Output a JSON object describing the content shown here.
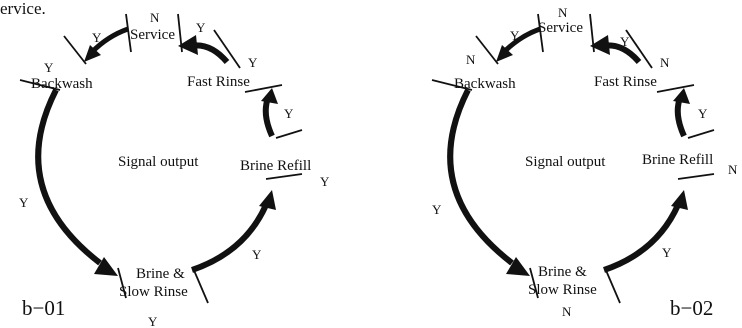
{
  "caption_fragment": "ervice.",
  "diagrams": [
    {
      "id": "b-01",
      "tag": "b−01",
      "center_label": "Signal output",
      "stages": {
        "service": "Service",
        "fast_rinse": "Fast Rinse",
        "brine_refill": "Brine Refill",
        "brine_slow_rinse_1": "Brine &",
        "brine_slow_rinse_2": "Slow Rinse",
        "backwash": "Backwash"
      },
      "flags": {
        "service": "N",
        "fast_rinse": "Y",
        "brine_refill": "Y",
        "brine_slow_rinse": "Y",
        "backwash": "Y"
      },
      "arrow_labels": {
        "backwash_to_service": "Y",
        "service_from_fast_rinse": "Y",
        "fast_rinse_from_brine_refill": "Y",
        "brine_refill_from_brine": "Y",
        "backwash_to_brine": "Y"
      }
    },
    {
      "id": "b-02",
      "tag": "b−02",
      "center_label": "Signal output",
      "stages": {
        "service": "Service",
        "fast_rinse": "Fast Rinse",
        "brine_refill": "Brine Refill",
        "brine_slow_rinse_1": "Brine &",
        "brine_slow_rinse_2": "Slow Rinse",
        "backwash": "Backwash"
      },
      "flags": {
        "service": "N",
        "fast_rinse": "N",
        "brine_refill": "N",
        "brine_slow_rinse": "N",
        "backwash": "N"
      },
      "arrow_labels": {
        "backwash_to_service": "Y",
        "service_from_fast_rinse": "Y",
        "fast_rinse_from_brine_refill": "Y",
        "brine_refill_from_brine": "Y",
        "backwash_to_brine": "Y"
      }
    }
  ]
}
